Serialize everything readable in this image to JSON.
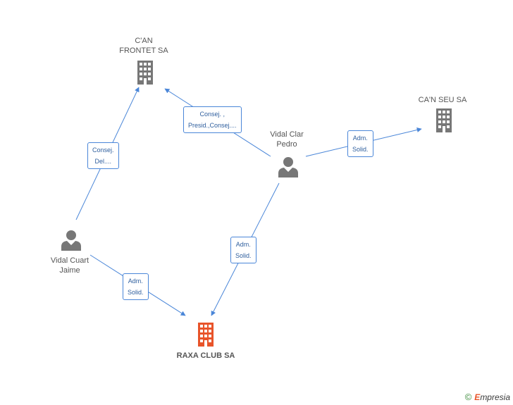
{
  "nodes": {
    "can_frontet": {
      "label": "C'AN\nFRONTET SA",
      "type": "company"
    },
    "can_seu": {
      "label": "CA'N SEU SA",
      "type": "company"
    },
    "vidal_clar": {
      "label": "Vidal Clar\nPedro",
      "type": "person"
    },
    "vidal_cuart": {
      "label": "Vidal Cuart\nJaime",
      "type": "person"
    },
    "raxa_club": {
      "label": "RAXA CLUB SA",
      "type": "company-main"
    }
  },
  "edges": {
    "cuart_to_frontet": "Consej.\nDel....",
    "clar_to_frontet": "Consej. ,\nPresid.,Consej....",
    "clar_to_seu": "Adm.\nSolid.",
    "clar_to_raxa": "Adm.\nSolid.",
    "cuart_to_raxa": "Adm.\nSolid."
  },
  "footer": {
    "copyright": "©",
    "brand_rest": "mpresia",
    "brand_e": "E"
  },
  "colors": {
    "edge": "#4a86d8",
    "company": "#777777",
    "main_company": "#e8542a",
    "person": "#777777"
  }
}
